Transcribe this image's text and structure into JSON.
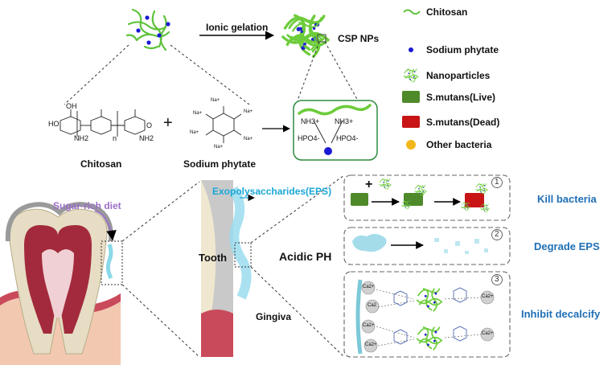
{
  "top": {
    "process_label": "Ionic  gelation",
    "product_label": "CSP NPs",
    "chitosan_label": "Chitosan",
    "phytate_label": "Sodium phytate",
    "plus": "+",
    "struct_n": "n",
    "struct_oh": "OH",
    "struct_ho": "HO",
    "struct_nh2": "NH2",
    "struct_o": "O",
    "phytate_na": "Na+",
    "binding_nh3": "NH3+",
    "binding_hpo4": "HPO4-"
  },
  "legend": {
    "items": [
      {
        "label": "Chitosan",
        "icon": "chitosan-line-icon",
        "color": "#5ec23c"
      },
      {
        "label": "Sodium phytate",
        "icon": "blue-dot-icon",
        "color": "#1a1ad6"
      },
      {
        "label": "Nanoparticles",
        "icon": "nanoparticle-icon",
        "color": "#5ec23c"
      },
      {
        "label": "S.mutans(Live)",
        "icon": "green-square-icon",
        "color": "#4f8a2a"
      },
      {
        "label": "S.mutans(Dead)",
        "icon": "red-square-icon",
        "color": "#c81414"
      },
      {
        "label": "Other bacteria",
        "icon": "yellow-dot-icon",
        "color": "#f2b81a"
      }
    ]
  },
  "bottom": {
    "diet_label": "Sugar-rich diet",
    "eps_label": "Exopolysaccharides(EPS)",
    "tooth_label": "Tooth",
    "gingiva_label": "Gingiva",
    "acidic_label": "Acidic  PH",
    "panels": [
      {
        "number": "1",
        "outcome": "Kill  bacteria",
        "plus": "+"
      },
      {
        "number": "2",
        "outcome": "Degrade EPS"
      },
      {
        "number": "3",
        "outcome": "Inhibit decalcify"
      }
    ],
    "ions": [
      "Ca2+",
      "Ca2",
      "Ca2+",
      "Ca2+",
      "Ca2+",
      "Ca2+"
    ]
  }
}
